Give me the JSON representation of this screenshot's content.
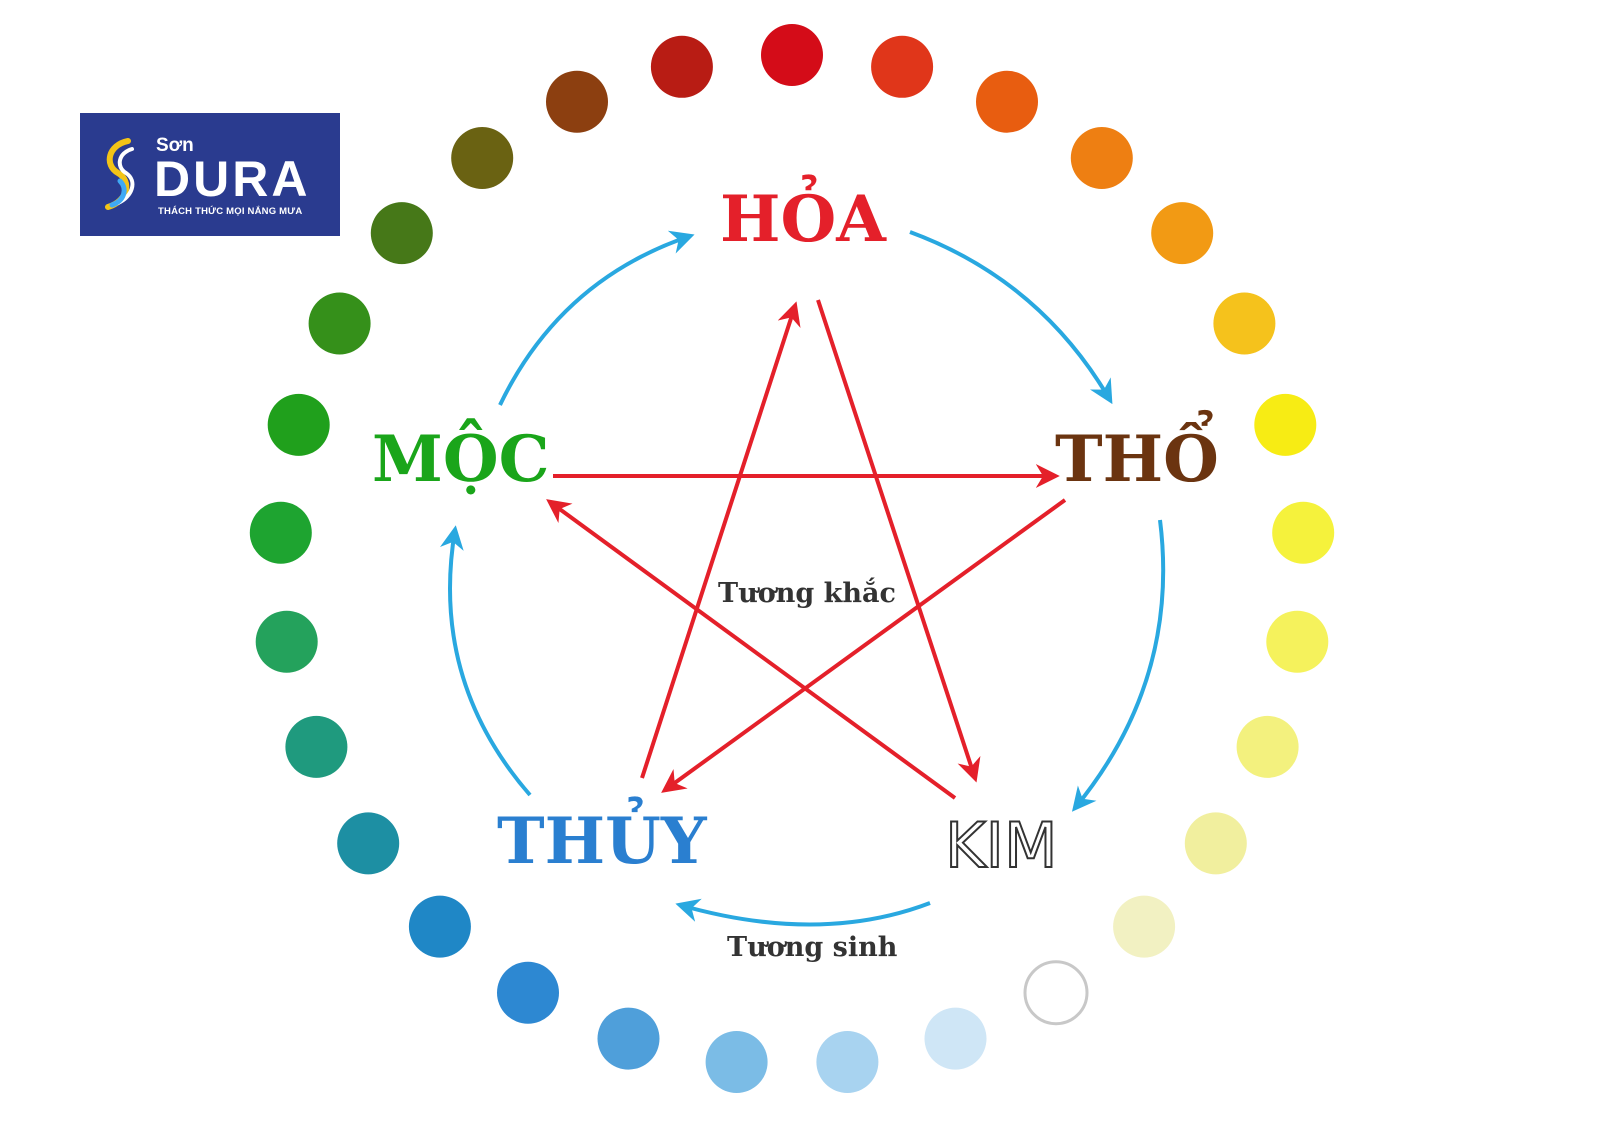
{
  "logo": {
    "brand_small": "Sơn",
    "brand_big": "DURA",
    "tagline": "THÁCH THỨC MỌI NẮNG MƯA",
    "background": "#2a3b8f"
  },
  "elements": {
    "hoa": "HỎA",
    "tho": "THỔ",
    "kim": "KIM",
    "thuy": "THỦY",
    "moc": "MỘC"
  },
  "captions": {
    "tuong_khac": "Tương khắc",
    "tuong_sinh": "Tương sinh"
  },
  "colors": {
    "generating_cycle": "#29a8e0",
    "controlling_cycle": "#e4202a",
    "hoa": "#e4202a",
    "tho": "#6b3410",
    "moc": "#1aa51a",
    "thuy": "#2a7fd0",
    "kim_outline": "#333333"
  },
  "color_wheel": [
    "#d40c18",
    "#e0361a",
    "#e85d10",
    "#ee7f12",
    "#f29a14",
    "#f5c21c",
    "#f7ec14",
    "#f5f23c",
    "#f5f25c",
    "#f3f17e",
    "#f1ef9e",
    "#f2f1c2",
    "#ffffff",
    "#cfe6f6",
    "#a8d3f0",
    "#7bbce6",
    "#4f9fda",
    "#2d88d2",
    "#1f87c6",
    "#1d8fa3",
    "#1f9a7e",
    "#24a25c",
    "#1ea430",
    "#20a01c",
    "#35901a",
    "#467818",
    "#6a6212",
    "#8c3f10",
    "#b81c14"
  ]
}
